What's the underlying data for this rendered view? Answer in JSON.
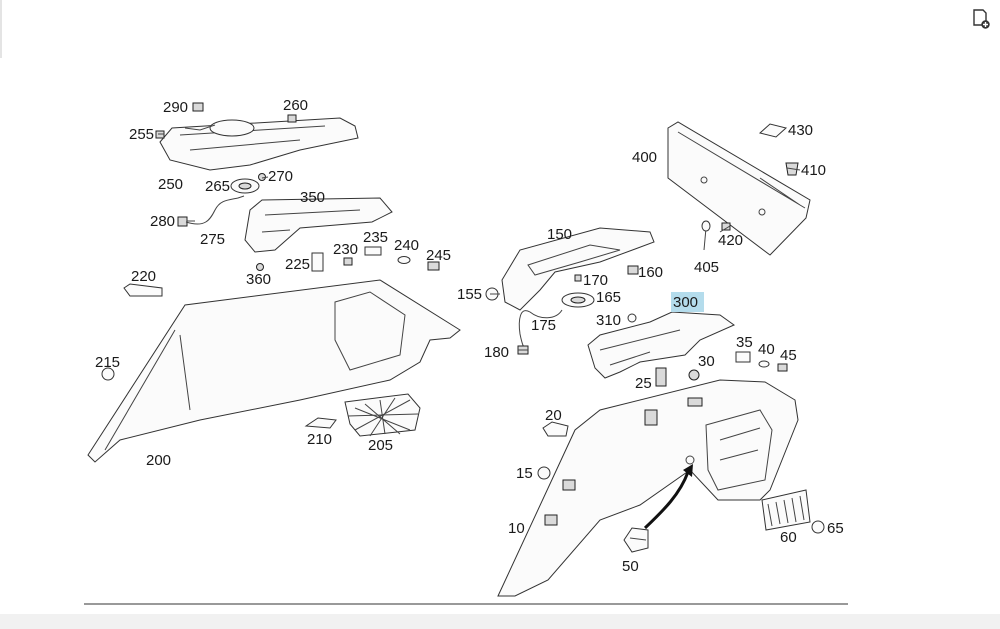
{
  "toolbar": {
    "icon": "document-add-icon"
  },
  "highlight": {
    "label": "300",
    "color": "#b4dcec"
  },
  "labels": [
    {
      "id": "290",
      "text": "290"
    },
    {
      "id": "260",
      "text": "260"
    },
    {
      "id": "255",
      "text": "255"
    },
    {
      "id": "250",
      "text": "250"
    },
    {
      "id": "265",
      "text": "265"
    },
    {
      "id": "270",
      "text": "270"
    },
    {
      "id": "350",
      "text": "350"
    },
    {
      "id": "280",
      "text": "280"
    },
    {
      "id": "275",
      "text": "275"
    },
    {
      "id": "235",
      "text": "235"
    },
    {
      "id": "230",
      "text": "230"
    },
    {
      "id": "240",
      "text": "240"
    },
    {
      "id": "245",
      "text": "245"
    },
    {
      "id": "225",
      "text": "225"
    },
    {
      "id": "360",
      "text": "360"
    },
    {
      "id": "220",
      "text": "220"
    },
    {
      "id": "215",
      "text": "215"
    },
    {
      "id": "200",
      "text": "200"
    },
    {
      "id": "210",
      "text": "210"
    },
    {
      "id": "205",
      "text": "205"
    },
    {
      "id": "430",
      "text": "430"
    },
    {
      "id": "400",
      "text": "400"
    },
    {
      "id": "410",
      "text": "410"
    },
    {
      "id": "420",
      "text": "420"
    },
    {
      "id": "405",
      "text": "405"
    },
    {
      "id": "150",
      "text": "150"
    },
    {
      "id": "170",
      "text": "170"
    },
    {
      "id": "160",
      "text": "160"
    },
    {
      "id": "155",
      "text": "155"
    },
    {
      "id": "165",
      "text": "165"
    },
    {
      "id": "175",
      "text": "175"
    },
    {
      "id": "300",
      "text": "300"
    },
    {
      "id": "310",
      "text": "310"
    },
    {
      "id": "180",
      "text": "180"
    },
    {
      "id": "35",
      "text": "35"
    },
    {
      "id": "40",
      "text": "40"
    },
    {
      "id": "45",
      "text": "45"
    },
    {
      "id": "30",
      "text": "30"
    },
    {
      "id": "25",
      "text": "25"
    },
    {
      "id": "20",
      "text": "20"
    },
    {
      "id": "15",
      "text": "15"
    },
    {
      "id": "10",
      "text": "10"
    },
    {
      "id": "60",
      "text": "60"
    },
    {
      "id": "65",
      "text": "65"
    },
    {
      "id": "50",
      "text": "50"
    }
  ]
}
